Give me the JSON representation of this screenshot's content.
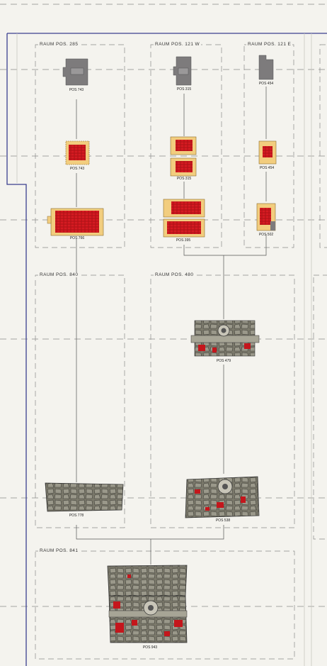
{
  "rooms": {
    "r285": "RAUM POS. 285",
    "r121w": "RAUM POS. 121  W",
    "r121e": "RAUM POS. 121 E",
    "r840": "RAUM POS. 840",
    "r480": "RAUM POS. 480",
    "r841": "RAUM POS. 841"
  },
  "positions": {
    "p743_top": "POS 743",
    "p315_top": "POS 315",
    "p454_top": "POS 454",
    "p743_mid": "POS 743",
    "p315_mid": "POS 315",
    "p454_mid": "POS 454",
    "p766": "POS 766",
    "p395": "POS 395",
    "p502": "POS 502",
    "p479": "POS 479",
    "p778": "POS 778",
    "p538": "POS 538",
    "p943": "POS 943"
  },
  "colors": {
    "frame_blue": "#3a3f8f",
    "dashed": "#8a8a8a",
    "plan_gray": "#7d7b7c",
    "brick_red": "#c4161c",
    "sand": "#f2cd7e",
    "stone": "#8c8a7c"
  }
}
